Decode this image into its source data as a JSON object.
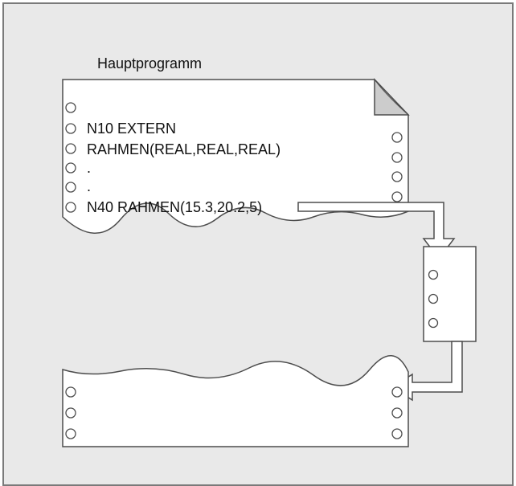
{
  "diagram": {
    "title": "Hauptprogramm",
    "code_lines": [
      "N10 EXTERN",
      "RAHMEN(REAL,REAL,REAL)",
      ".",
      ".",
      "N40 RAHMEN(15.3,20.2,5)"
    ],
    "colors": {
      "frame_background": "#e9e9e9",
      "frame_border": "#7a7a7a",
      "paper": "#ffffff",
      "outline": "#4d4d4d",
      "text": "#111111"
    },
    "icons": [
      "punched-paper",
      "folded-corner",
      "flow-arrow"
    ]
  }
}
